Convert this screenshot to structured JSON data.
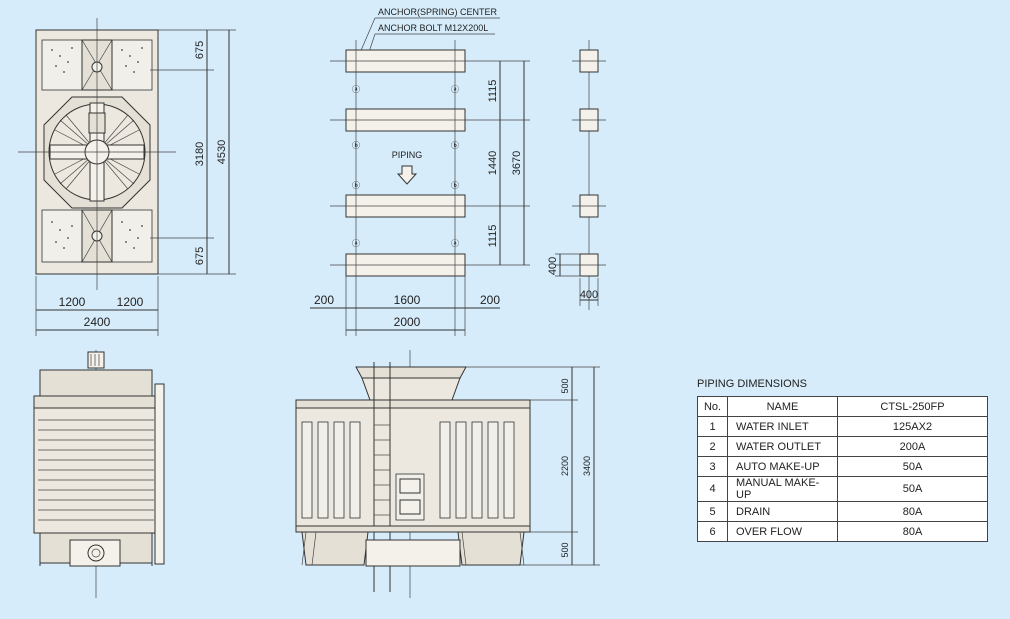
{
  "plan_view": {
    "dims": {
      "top": "675",
      "mid": "3180",
      "bottom": "675",
      "total_h": "4530",
      "half_left": "1200",
      "half_right": "1200",
      "total_w": "2400"
    }
  },
  "anchor_plan": {
    "label_center": "ANCHOR(SPRING) CENTER",
    "label_bolt": "ANCHOR BOLT M12X200L",
    "piping_label": "PIPING",
    "dims": {
      "d1": "1115",
      "d2": "1440",
      "d3": "1115",
      "total": "3670",
      "left": "200",
      "mid": "1600",
      "right": "200",
      "total_w": "2000"
    },
    "marks": {
      "a": "ⓐ",
      "b": "ⓑ"
    }
  },
  "side_detail": {
    "dims": {
      "h": "400",
      "w": "400"
    }
  },
  "front_view": {
    "dims": {
      "top": "500",
      "mid": "2200",
      "bottom": "500",
      "total": "3400"
    }
  },
  "table": {
    "title": "PIPING DIMENSIONS",
    "headers": [
      "No.",
      "NAME",
      "CTSL-250FP"
    ],
    "rows": [
      [
        "1",
        "WATER INLET",
        "125AX2"
      ],
      [
        "2",
        "WATER OUTLET",
        "200A"
      ],
      [
        "3",
        "AUTO MAKE-UP",
        "50A"
      ],
      [
        "4",
        "MANUAL MAKE-UP",
        "50A"
      ],
      [
        "5",
        "DRAIN",
        "80A"
      ],
      [
        "6",
        "OVER FLOW",
        "80A"
      ]
    ]
  }
}
